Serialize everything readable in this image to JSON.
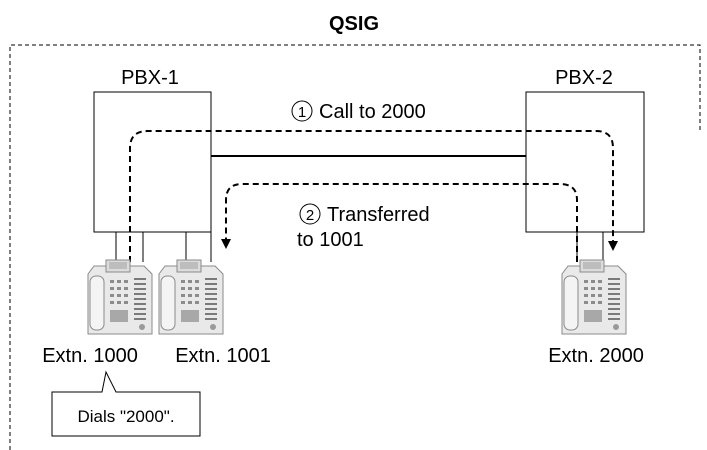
{
  "network_label": "QSIG",
  "pbx1": {
    "label": "PBX-1"
  },
  "pbx2": {
    "label": "PBX-2"
  },
  "step1": {
    "number": "1",
    "text": "Call to 2000"
  },
  "step2": {
    "number": "2",
    "text_line1": "Transferred",
    "text_line2": "to 1001"
  },
  "phones": [
    {
      "label": "Extn. 1000",
      "icon": "desk-phone-icon"
    },
    {
      "label": "Extn. 1001",
      "icon": "desk-phone-icon"
    },
    {
      "label": "Extn. 2000",
      "icon": "desk-phone-icon"
    }
  ],
  "callout": {
    "text": "Dials \"2000\"."
  }
}
